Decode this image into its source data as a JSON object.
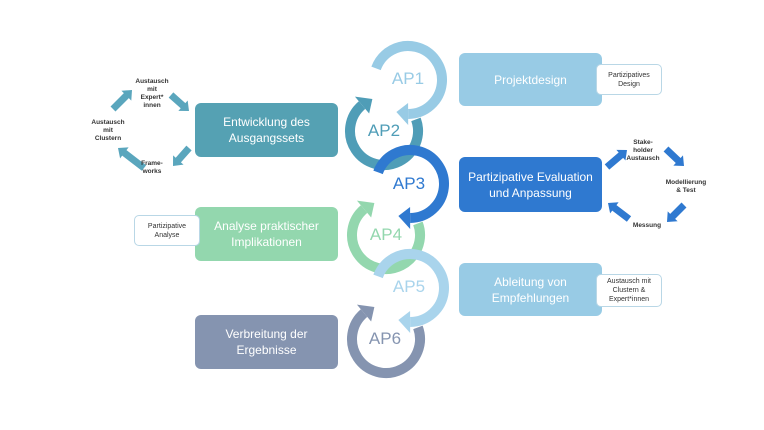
{
  "colors": {
    "ap1": "#98cbe5",
    "ap2": "#4f9db7",
    "ap3": "#2f79d0",
    "ap4": "#93d7ae",
    "ap5": "#a9d4ec",
    "ap6": "#8594b0",
    "teal_box": "#55a1b3",
    "light_blue_box": "#98cbe5",
    "blue_box": "#2f79d0",
    "green_box": "#93d7ae",
    "slate_box": "#8594b0",
    "cycle_arrow": "#5aa6bd",
    "cycle_arrow_blue": "#2f79d0"
  },
  "ap_labels": {
    "ap1": "AP1",
    "ap2": "AP2",
    "ap3": "AP3",
    "ap4": "AP4",
    "ap5": "AP5",
    "ap6": "AP6"
  },
  "boxes": {
    "projektdesign": "Projektdesign",
    "entwicklung": "Entwicklung des\nAusgangssets",
    "evaluation": "Partizipative Evaluation\nund Anpassung",
    "analyse": "Analyse praktischer\nImplikationen",
    "ableitung": "Ableitung von\nEmpfehlungen",
    "verbreitung": "Verbreitung der\nErgebnisse"
  },
  "notes": {
    "partizipatives_design": "Partizipatives\nDesign",
    "partizipative_analyse": "Partizipative\nAnalyse",
    "austausch_cluster_expert": "Austausch mit\nClustern &\nExpert*innen"
  },
  "left_cycle": {
    "top": "Austausch\nmit\nExpert*\ninnen",
    "left": "Austausch\nmit\nClustern",
    "bottom": "Frame-\nworks"
  },
  "right_cycle": {
    "top": "Stake-\nholder\nAustausch",
    "right": "Modellierung\n& Test",
    "bottom": "Messung"
  }
}
